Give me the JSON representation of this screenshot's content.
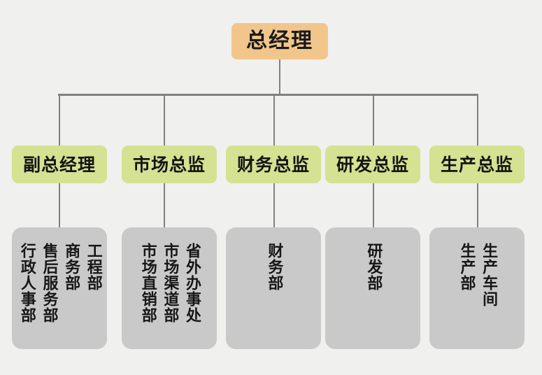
{
  "chart_title": "总经理",
  "colors": {
    "background": "#f0f0ee",
    "top_node": "#f2c68b",
    "level2_node": "#d4e291",
    "level3_node": "#c9c9c9",
    "connector": "#808080",
    "text": "#171717"
  },
  "top": {
    "label": "总经理"
  },
  "level2": [
    {
      "label": "副总经理"
    },
    {
      "label": "市场总监"
    },
    {
      "label": "财务总监"
    },
    {
      "label": "研发总监"
    },
    {
      "label": "生产总监"
    }
  ],
  "level3": [
    {
      "departments": [
        "工程部",
        "商务部",
        "售后服务部",
        "行政人事部"
      ]
    },
    {
      "departments": [
        "省外办事处",
        "市场渠道部",
        "市场直销部"
      ]
    },
    {
      "departments": [
        "财务部"
      ]
    },
    {
      "departments": [
        "研发部"
      ]
    },
    {
      "departments": [
        "生产车间",
        "生产部"
      ]
    }
  ]
}
